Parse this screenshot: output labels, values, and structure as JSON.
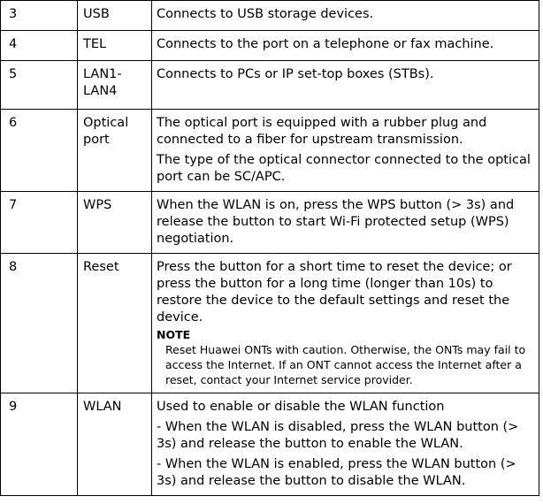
{
  "rows": [
    {
      "num": "3",
      "name": "USB",
      "desc": [
        "Connects to USB storage devices."
      ]
    },
    {
      "num": "4",
      "name": "TEL",
      "desc": [
        "Connects to the port on a telephone or fax machine."
      ]
    },
    {
      "num": "5",
      "name": "LAN1-LAN4",
      "desc": [
        "Connects to PCs or IP set-top boxes (STBs)."
      ]
    },
    {
      "num": "6",
      "name": "Optical port",
      "desc": [
        "The optical port is equipped with a rubber plug and connected to a fiber for upstream transmission.",
        "The type of the optical connector connected to the optical port can be SC/APC."
      ]
    },
    {
      "num": "7",
      "name": "WPS",
      "desc": [
        "When the WLAN is on, press the WPS button (> 3s) and release the button to start Wi-Fi protected setup (WPS) negotiation."
      ]
    },
    {
      "num": "8",
      "name": "Reset",
      "desc": [
        "Press the button for a short time to reset the device; or press the button for a long time (longer than 10s) to restore the device to the default settings and reset the device."
      ],
      "note_title": "NOTE",
      "note_text": "Reset Huawei ONTs with caution. Otherwise, the ONTs may fail to access the Internet. If an ONT cannot access the Internet after a reset, contact your Internet service provider."
    },
    {
      "num": "9",
      "name": "WLAN",
      "desc": [
        "Used to enable or disable the WLAN function",
        "- When the WLAN is disabled, press the WLAN button (> 3s) and release the button to enable the WLAN.",
        "- When the WLAN is enabled, press the WLAN button (> 3s) and release the button to disable the WLAN."
      ]
    }
  ]
}
